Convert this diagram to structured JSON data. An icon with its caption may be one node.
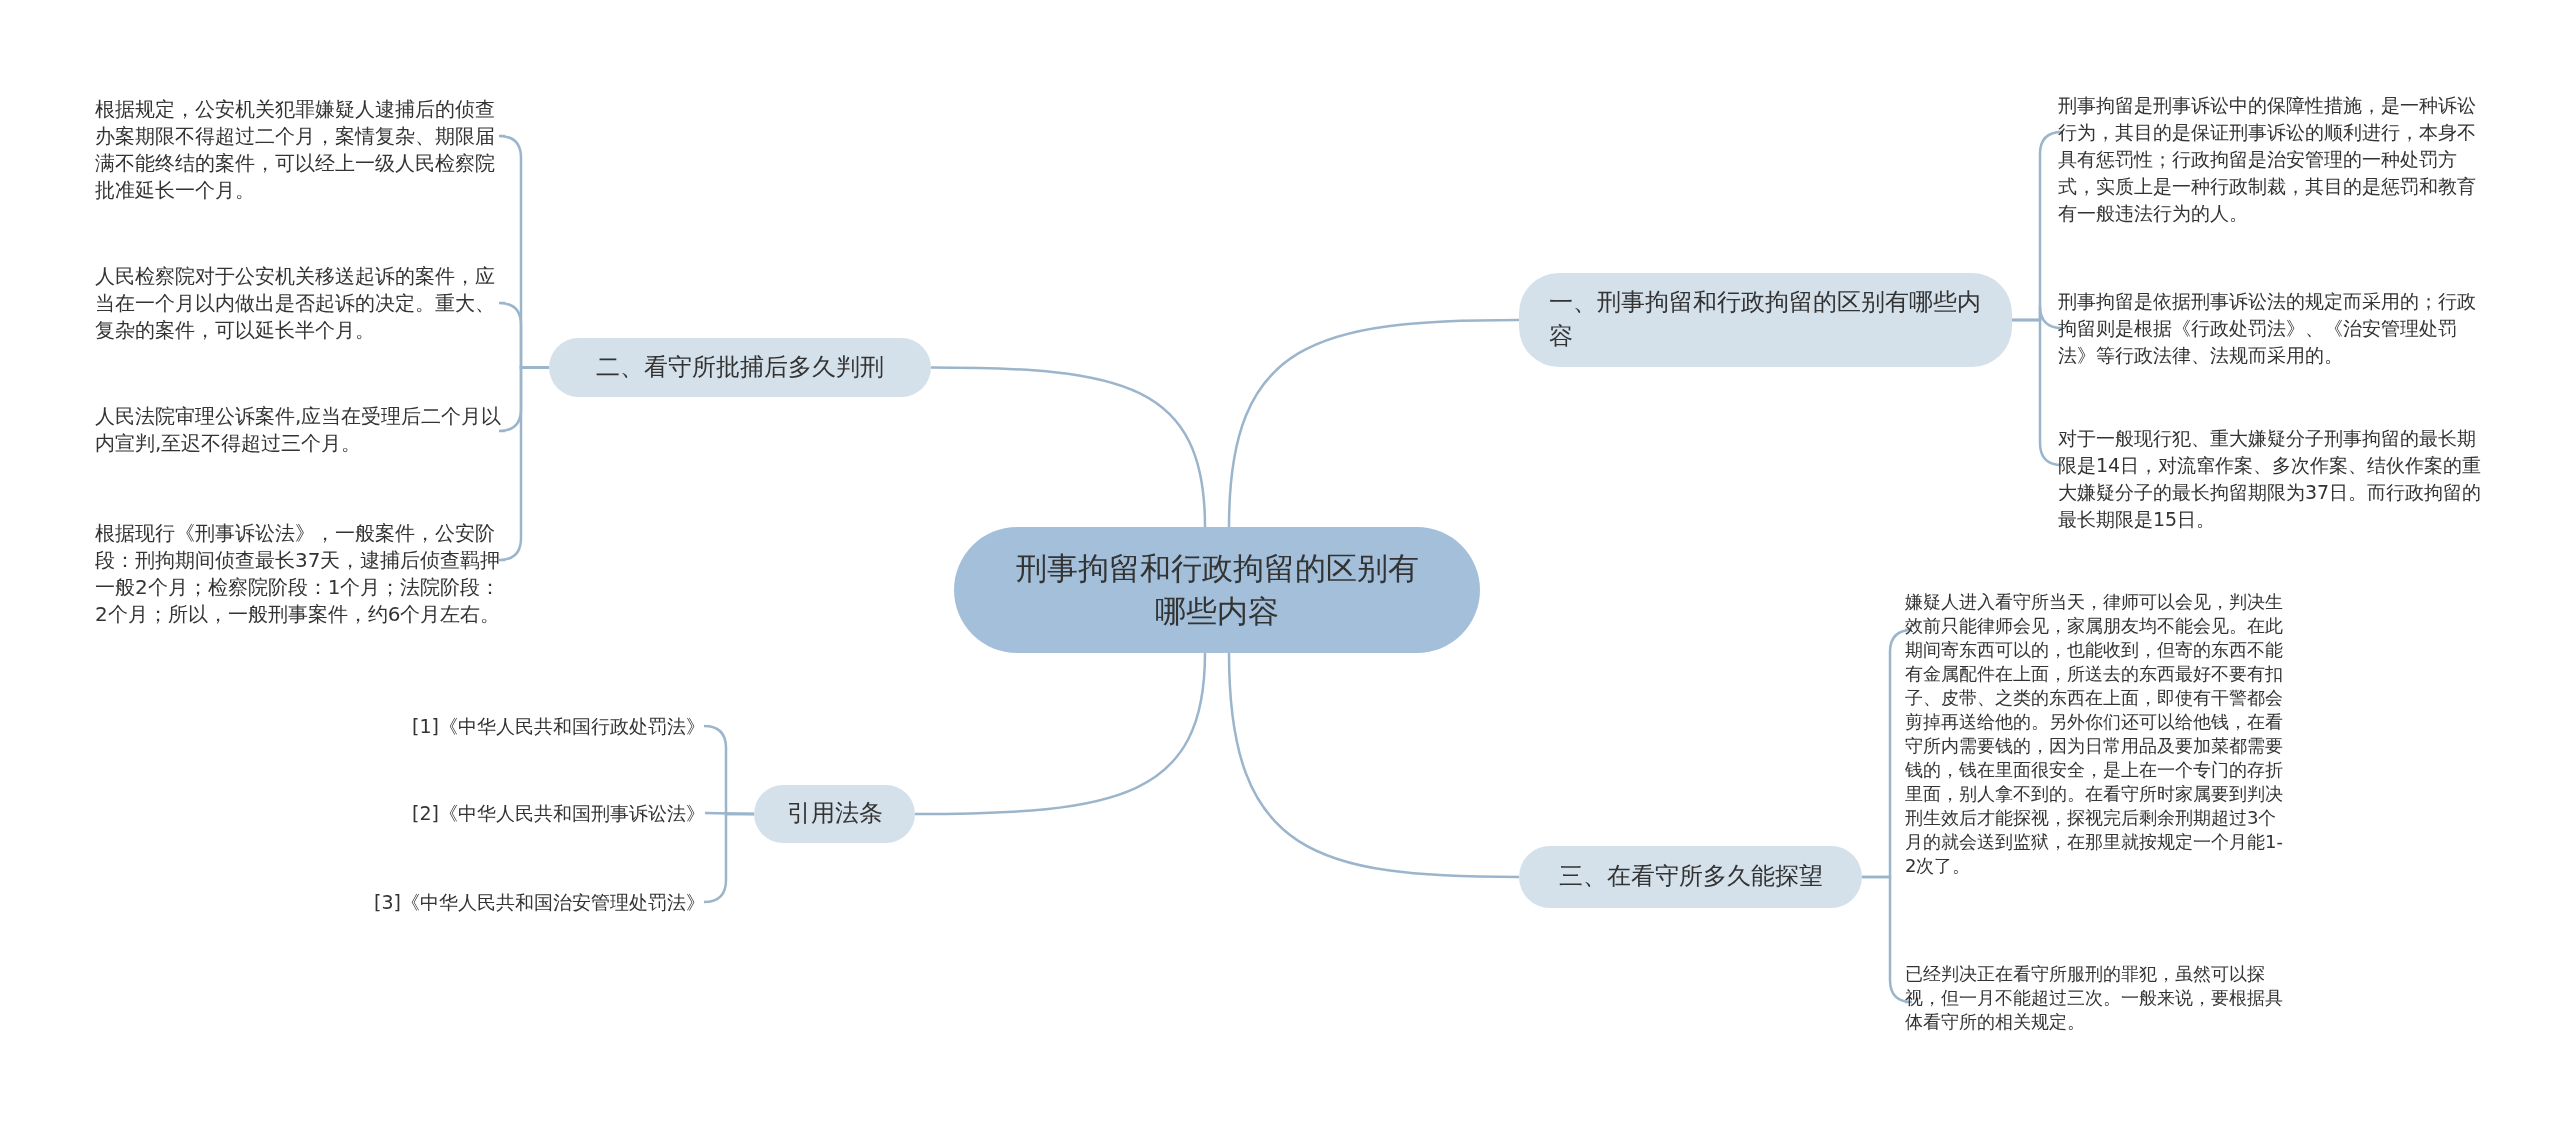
{
  "diagram": {
    "nodes": [
      {
        "text": [
          "刑事拘留和行政拘留的区别有哪些内容"
        ]
      },
      {
        "text": [
          "二、看守所批捕后多久判刑"
        ]
      },
      {
        "text": [
          "根据规定，公安机关犯罪嫌疑人逮捕后的侦查办案期限不得超过二个月，案情复杂、期限届满不能终结的案件，可以经上一级人民检察院批准延长一个月。"
        ]
      },
      {
        "text": [
          "人民检察院对于公安机关移送起诉的案件，应当在一个月以内做出是否起诉的决定。重大、复杂的案件，可以延长半个月。"
        ]
      },
      {
        "text": [
          "人民法院审理公诉案件,应当在受理后二个月以内宣判,至迟不得超过三个月。"
        ]
      },
      {
        "text": [
          "根据现行《刑事诉讼法》，一般案件，公安阶段：刑拘期间侦查最长37天，逮捕后侦查羁押一般2个月；检察院阶段：1个月；法院阶段：2个月；所以，一般刑事案件，约6个月左右。"
        ]
      },
      {
        "text": [
          "引用法条"
        ]
      },
      {
        "text": [
          "[1]《中华人民共和国行政处罚法》"
        ]
      },
      {
        "text": [
          "[2]《中华人民共和国刑事诉讼法》"
        ]
      },
      {
        "text": [
          "[3]《中华人民共和国治安管理处罚法》"
        ]
      },
      {
        "text": [
          "一、刑事拘留和行政拘留的区别有哪些内容"
        ]
      },
      {
        "text": [
          "刑事拘留是刑事诉讼中的保障性措施，是一种诉讼行为，其目的是保证刑事诉讼的顺利进行，本身不具有惩罚性；行政拘留是治安管理的一种处罚方式，实质上是一种行政制裁，其目的是惩罚和教育有一般违法行为的人。"
        ]
      },
      {
        "text": [
          "刑事拘留是依据刑事诉讼法的规定而采用的；行政拘留则是根据《行政处罚法》、《治安管理处罚法》等行政法律、法规而采用的。"
        ]
      },
      {
        "text": [
          "对于一般现行犯、重大嫌疑分子刑事拘留的最长期限是14日，对流窜作案、多次作案、结伙作案的重大嫌疑分子的最长拘留期限为37日。而行政拘留的最长期限是15日。"
        ]
      },
      {
        "text": [
          "三、在看守所多久能探望"
        ]
      },
      {
        "text": [
          "嫌疑人进入看守所当天，律师可以会见，判决生效前只能律师会见，家属朋友均不能会见。在此期间寄东西可以的，也能收到，但寄的东西不能有金属配件在上面，所送去的东西最好不要有扣子、皮带、之类的东西在上面，即使有干警都会剪掉再送给他的。另外你们还可以给他钱，在看守所内需要钱的，因为日常用品及要加菜都需要钱的，钱在里面很安全，是上在一个专门的存折里面，别人拿不到的。在看守所时家属要到判决刑生效后才能探视，探视完后剩余刑期超过3个月的就会送到监狱，在那里就按规定一个月能1-2次了。"
        ]
      },
      {
        "text": [
          "已经判决正在看守所服刑的罪犯，虽然可以探视，但一月不能超过三次。一般来说，要根据具体看守所的相关规定。"
        ]
      }
    ],
    "edges": [
      {
        "from": 0,
        "to": 1,
        "arrow": "none"
      },
      {
        "from": 1,
        "to": 2,
        "arrow": "none"
      },
      {
        "from": 1,
        "to": 3,
        "arrow": "none"
      },
      {
        "from": 1,
        "to": 4,
        "arrow": "none"
      },
      {
        "from": 1,
        "to": 5,
        "arrow": "none"
      },
      {
        "from": 0,
        "to": 6,
        "arrow": "none"
      },
      {
        "from": 6,
        "to": 7,
        "arrow": "none"
      },
      {
        "from": 6,
        "to": 8,
        "arrow": "none"
      },
      {
        "from": 6,
        "to": 9,
        "arrow": "none"
      },
      {
        "from": 0,
        "to": 10,
        "arrow": "none"
      },
      {
        "from": 10,
        "to": 11,
        "arrow": "none"
      },
      {
        "from": 10,
        "to": 12,
        "arrow": "none"
      },
      {
        "from": 10,
        "to": 13,
        "arrow": "none"
      },
      {
        "from": 0,
        "to": 14,
        "arrow": "none"
      },
      {
        "from": 14,
        "to": 15,
        "arrow": "none"
      },
      {
        "from": 14,
        "to": 16,
        "arrow": "none"
      }
    ]
  }
}
